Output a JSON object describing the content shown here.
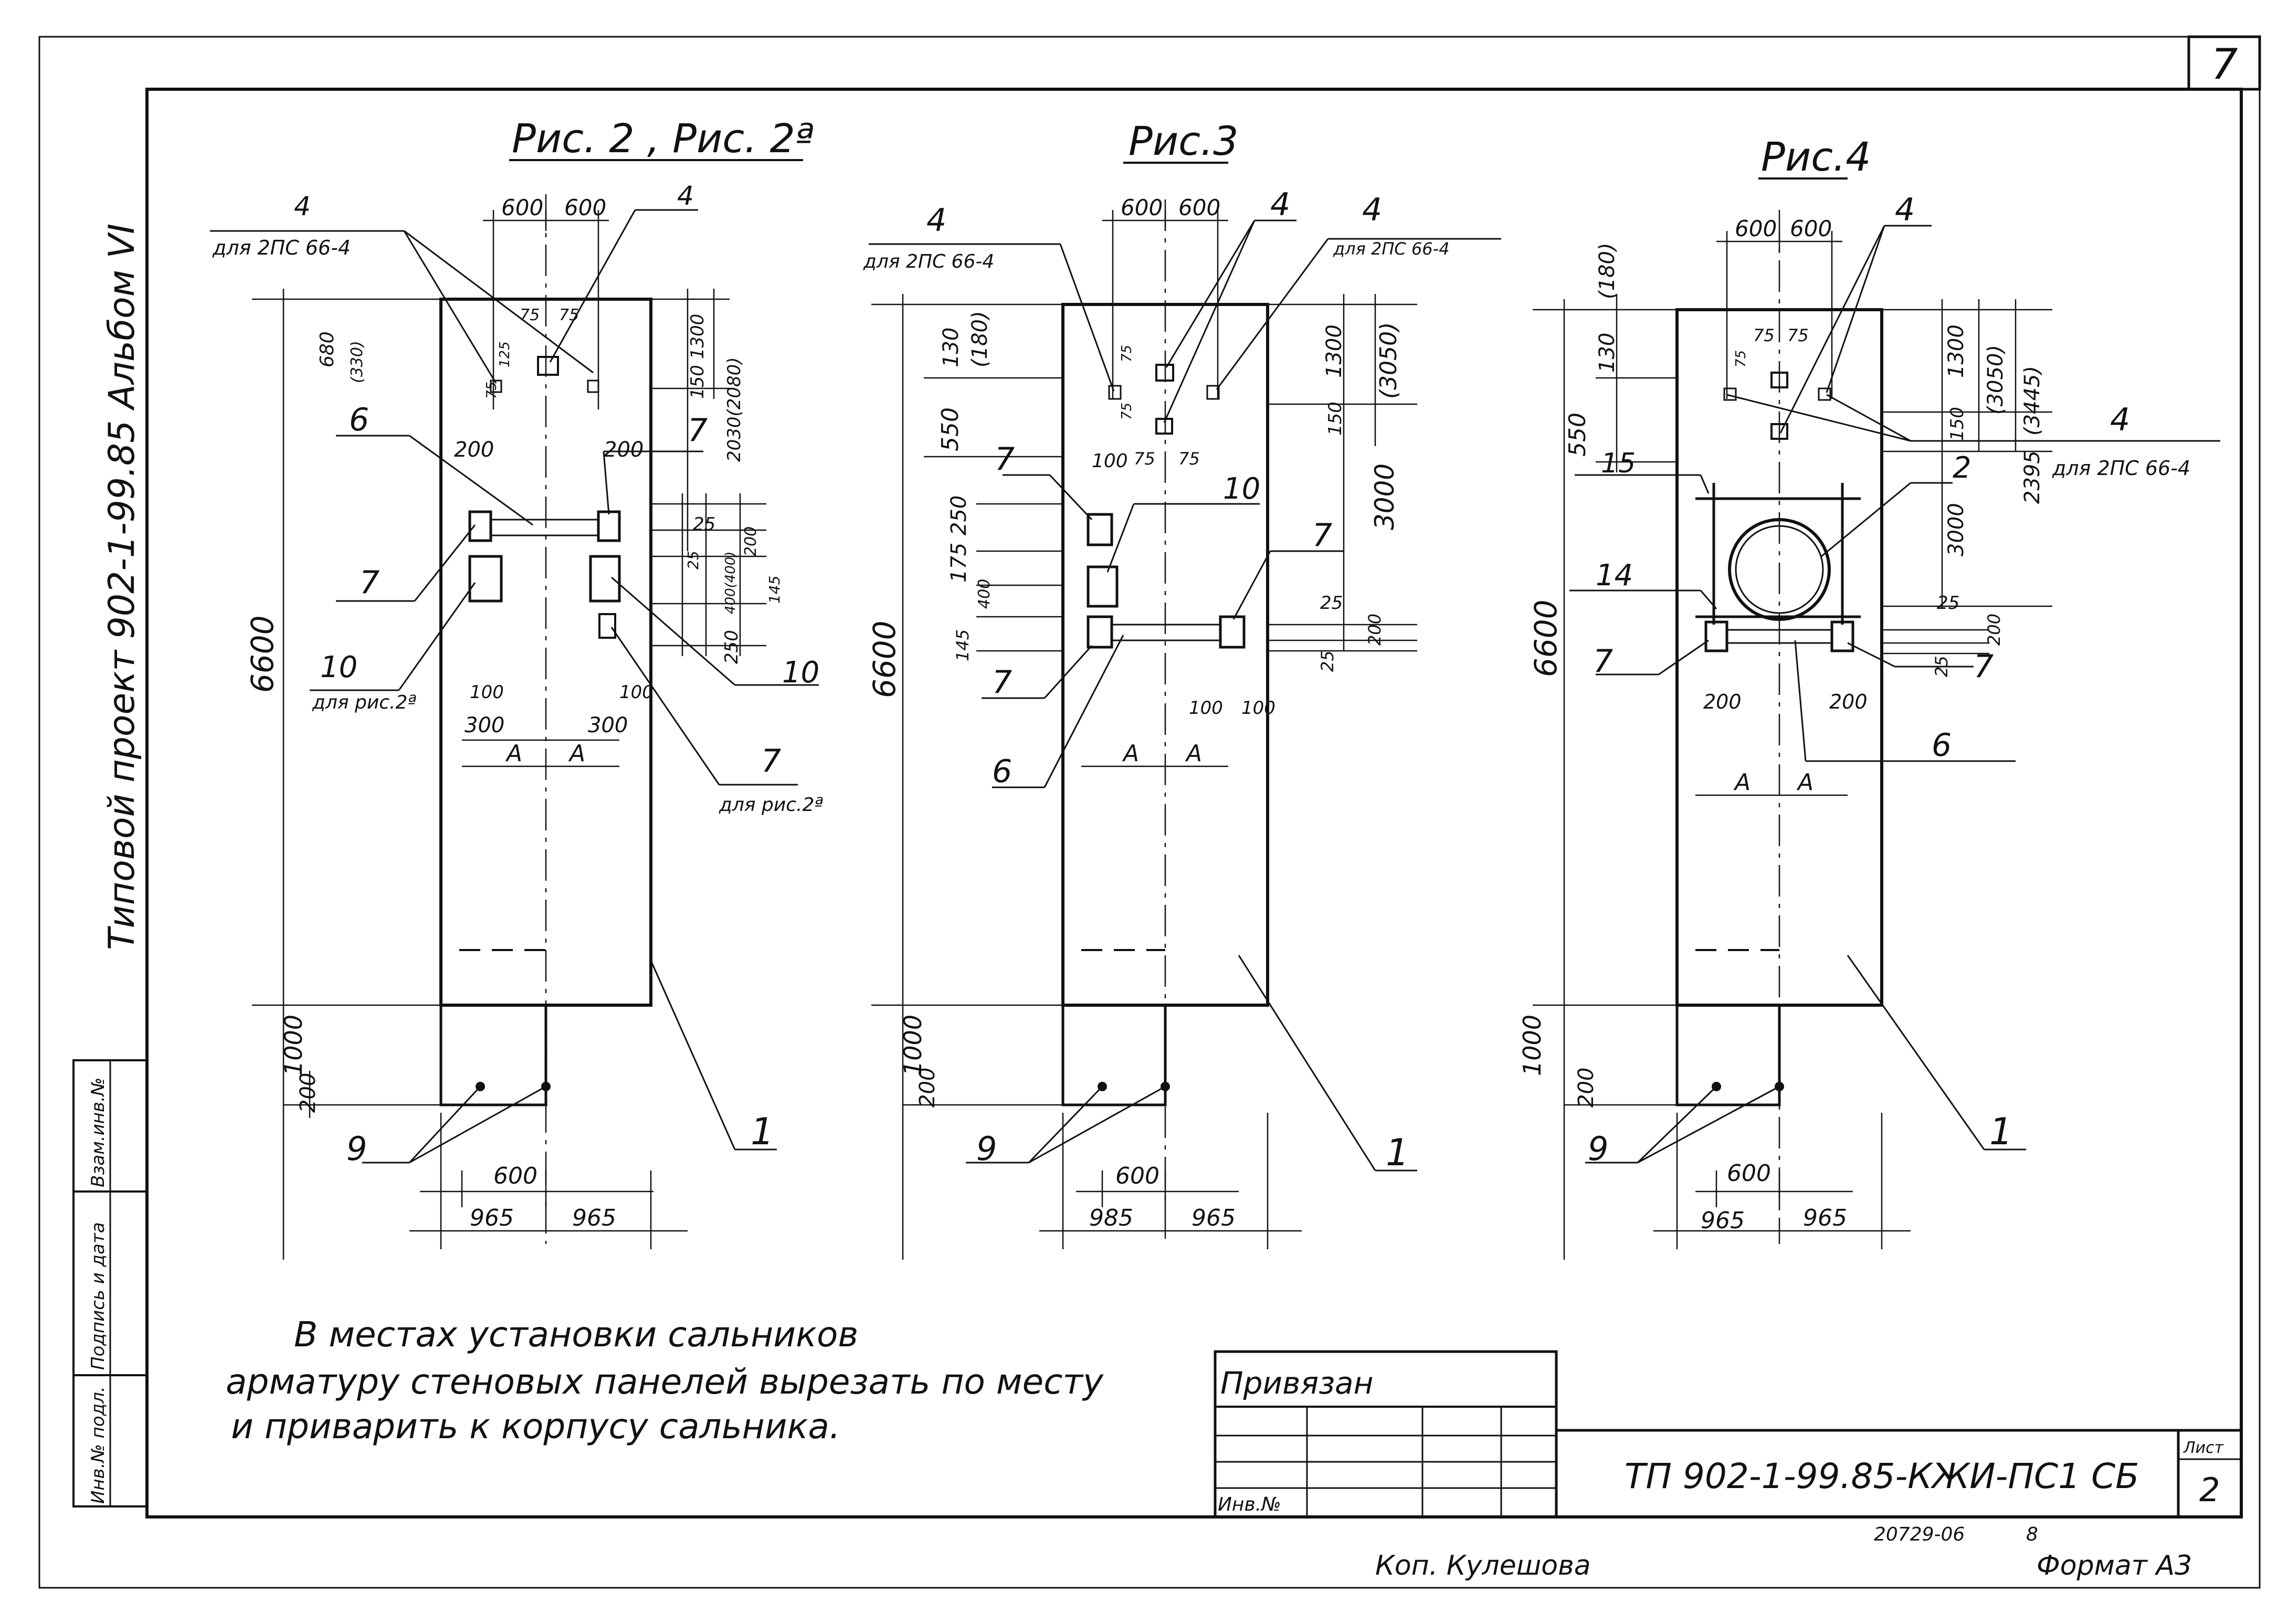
{
  "sheet": {
    "page_number": "7",
    "side_text": "Типовой проект   902-1-99.85   Альбом VI",
    "stamp_cells": [
      "Инв.№ подл.",
      "Подпись и дата",
      "Взам.инв.№"
    ]
  },
  "fig2": {
    "title": "Рис. 2 , Рис. 2ª",
    "pos4_left": "4",
    "pos4_left_note": "для 2ПС 66-4",
    "pos4_right": "4",
    "dim_600a": "600",
    "dim_600b": "600",
    "dim_680": "680",
    "dim_330": "(330)",
    "dim_75a": "75",
    "dim_75b": "75",
    "dim_125": "125",
    "dim_75c": "75",
    "dim_150_1300": "150 1300",
    "dim_2030": "2030(2080)",
    "dim_200a": "200",
    "dim_200b": "200",
    "dim_25a": "25",
    "dim_200c": "200",
    "dim_25b": "25",
    "dim_400": "400(400)",
    "dim_145": "145",
    "dim_250": "250",
    "dim_6600": "6600",
    "dim_100a": "100",
    "dim_300a": "300",
    "dim_100b": "100",
    "dim_300b": "300",
    "dim_A1": "A",
    "dim_A2": "A",
    "dim_1000": "1000",
    "dim_200d": "200",
    "dim_600c": "600",
    "dim_965a": "965",
    "dim_965b": "965",
    "pos6": "6",
    "pos7a": "7",
    "pos7b": "7",
    "pos10a": "10",
    "pos10a_note": "для рис.2ª",
    "pos10b": "10",
    "pos7c": "7",
    "pos7c_note": "для рис.2ª",
    "pos9": "9",
    "pos1": "1"
  },
  "fig3": {
    "title": "Рис.3",
    "pos4a": "4",
    "pos4a_note": "для 2ПС 66-4",
    "pos4b": "4",
    "pos4c": "4",
    "pos4c_note": "для 2ПС 66-4",
    "dim_600a": "600",
    "dim_600b": "600",
    "dim_550": "550",
    "dim_130": "130",
    "dim_180": "(180)",
    "dim_75a": "75",
    "dim_75b": "75",
    "dim_100": "100",
    "dim_75c": "75",
    "dim_75d": "75",
    "dim_1300": "1300",
    "dim_150": "150",
    "dim_3050": "(3050)",
    "dim_3000": "3000",
    "dim_250": "250",
    "dim_175": "175",
    "dim_400": "400",
    "dim_145": "145",
    "dim_25a": "25",
    "dim_200": "200",
    "dim_25b": "25",
    "dim_6600": "6600",
    "dim_100b": "100",
    "dim_100c": "100",
    "dim_A1": "A",
    "dim_A2": "A",
    "dim_1000": "1000",
    "dim_200b": "200",
    "dim_600c": "600",
    "dim_985": "985",
    "dim_965": "965",
    "pos7a": "7",
    "pos10": "10",
    "pos7b": "7",
    "pos7c": "7",
    "pos6": "6",
    "pos9": "9",
    "pos1": "1"
  },
  "fig4": {
    "title": "Рис.4",
    "pos4a": "4",
    "pos4b": "4",
    "pos4b_note": "для 2ПС 66-4",
    "dim_600a": "600",
    "dim_600b": "600",
    "dim_180": "(180)",
    "dim_130": "130",
    "dim_550": "550",
    "dim_75a": "75",
    "dim_75b": "75",
    "dim_75c": "75",
    "dim_1300": "1300",
    "dim_150": "150",
    "dim_3050": "(3050)",
    "dim_3445": "(3445)",
    "dim_2395": "2395",
    "dim_3000": "3000",
    "dim_25a": "25",
    "dim_200": "200",
    "dim_25b": "25",
    "dim_6600": "6600",
    "dim_200b": "200",
    "dim_200c": "200",
    "dim_A1": "A",
    "dim_A2": "A",
    "dim_1000": "1000",
    "dim_200d": "200",
    "dim_600c": "600",
    "dim_965a": "965",
    "dim_965b": "965",
    "pos15": "15",
    "pos2": "2",
    "pos14": "14",
    "pos7a": "7",
    "pos7b": "7",
    "pos6": "6",
    "pos9": "9",
    "pos1": "1"
  },
  "note": {
    "line1": "В местах   установки   сальников",
    "line2": "арматуру  стеновых  панелей  вырезать  по месту",
    "line3": "и  приварить  к  корпусу  сальника."
  },
  "titleblock": {
    "privyazan": "Привязан",
    "inv_no": "Инв.№",
    "drawing_code": "ТП 902-1-99.85-КЖИ-ПС1 СБ",
    "sheet_label": "Лист",
    "sheet_no": "2",
    "archive_no": "20729-06",
    "archive_sheet": "8"
  },
  "footer": {
    "copied_by": "Коп. Кулешова",
    "format": "Формат А3"
  }
}
